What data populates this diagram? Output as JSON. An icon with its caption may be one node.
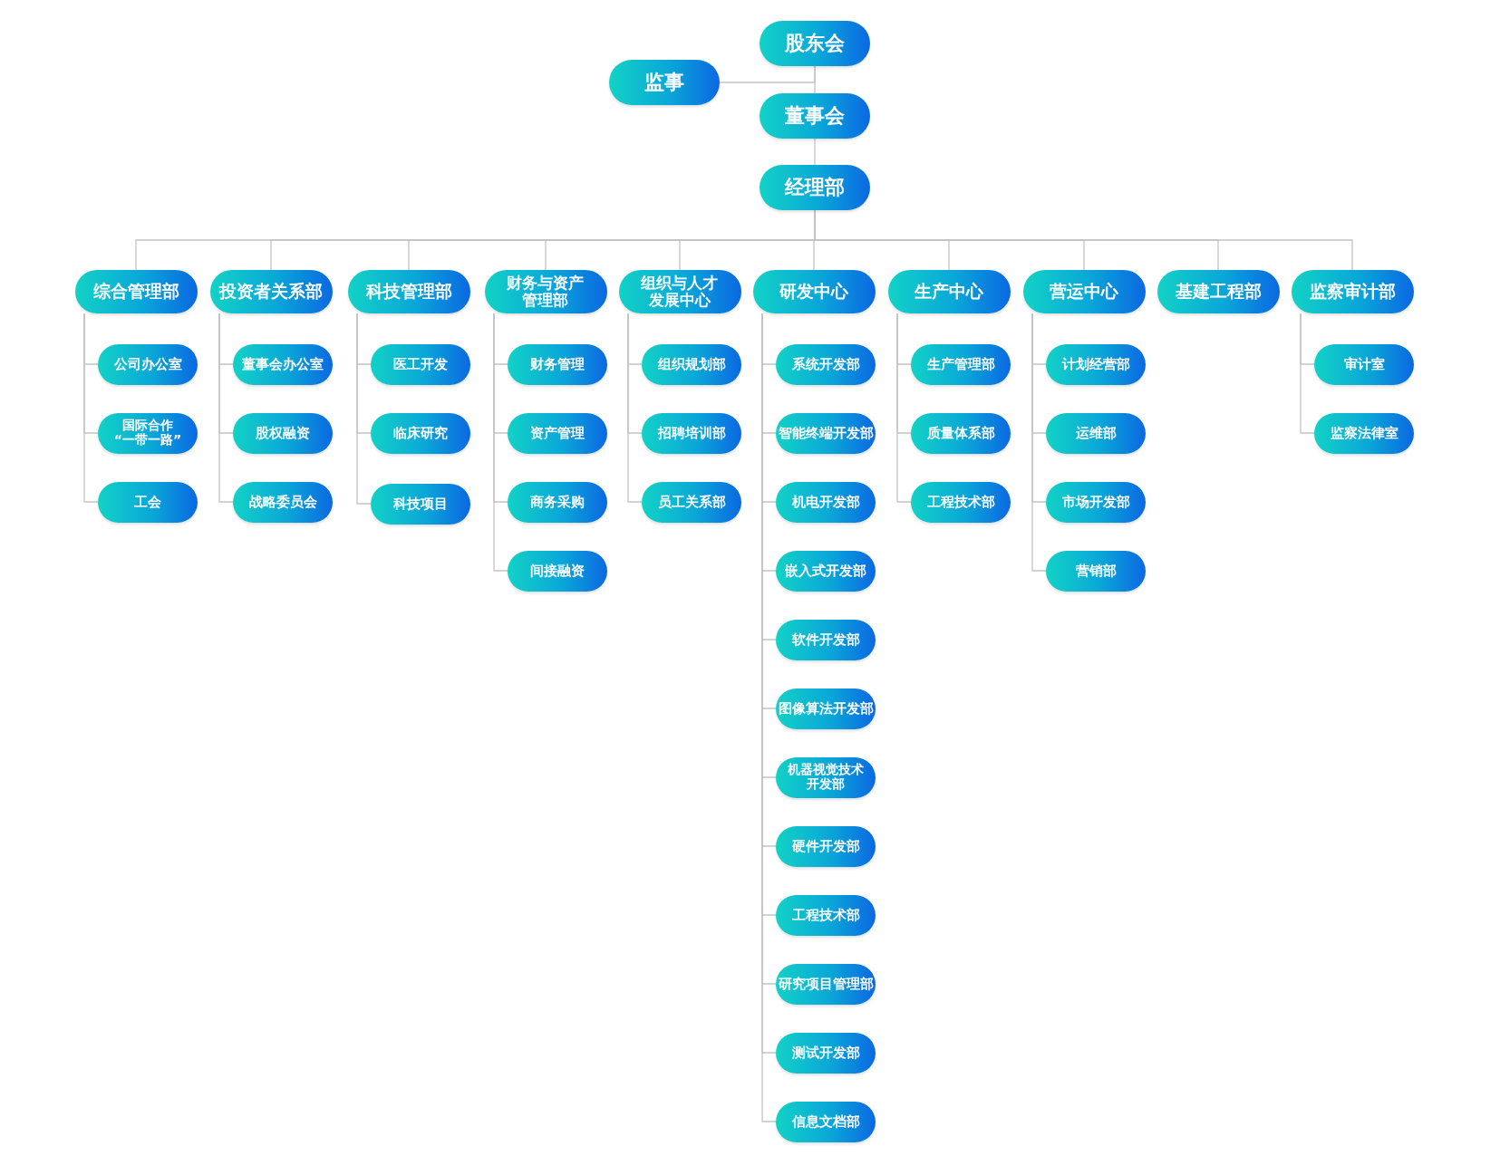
{
  "diagram": {
    "nodes": [
      {
        "text": [
          "股东会"
        ]
      },
      {
        "text": [
          "监事"
        ]
      },
      {
        "text": [
          "董事会"
        ]
      },
      {
        "text": [
          "经理部"
        ]
      },
      {
        "text": [
          "综合管理部"
        ]
      },
      {
        "text": [
          "投资者关系部"
        ]
      },
      {
        "text": [
          "科技管理部"
        ]
      },
      {
        "text": [
          "财务与资产管理部"
        ]
      },
      {
        "text": [
          "组织与人才发展中心"
        ]
      },
      {
        "text": [
          "研发中心"
        ]
      },
      {
        "text": [
          "生产中心"
        ]
      },
      {
        "text": [
          "营运中心"
        ]
      },
      {
        "text": [
          "基建工程部"
        ]
      },
      {
        "text": [
          "监察审计部"
        ]
      },
      {
        "text": [
          "公司办公室"
        ]
      },
      {
        "text": [
          "国际合作 “一带一路”"
        ]
      },
      {
        "text": [
          "工会"
        ]
      },
      {
        "text": [
          "董事会办公室"
        ]
      },
      {
        "text": [
          "股权融资"
        ]
      },
      {
        "text": [
          "战略委员会"
        ]
      },
      {
        "text": [
          "医工开发"
        ]
      },
      {
        "text": [
          "临床研究"
        ]
      },
      {
        "text": [
          "科技项目"
        ]
      },
      {
        "text": [
          "财务管理"
        ]
      },
      {
        "text": [
          "资产管理"
        ]
      },
      {
        "text": [
          "商务采购"
        ]
      },
      {
        "text": [
          "间接融资"
        ]
      },
      {
        "text": [
          "组织规划部"
        ]
      },
      {
        "text": [
          "招聘培训部"
        ]
      },
      {
        "text": [
          "员工关系部"
        ]
      },
      {
        "text": [
          "系统开发部"
        ]
      },
      {
        "text": [
          "智能终端开发部"
        ]
      },
      {
        "text": [
          "机电开发部"
        ]
      },
      {
        "text": [
          "嵌入式开发部"
        ]
      },
      {
        "text": [
          "软件开发部"
        ]
      },
      {
        "text": [
          "图像算法开发部"
        ]
      },
      {
        "text": [
          "机器视觉技术开发部"
        ]
      },
      {
        "text": [
          "硬件开发部"
        ]
      },
      {
        "text": [
          "工程技术部"
        ]
      },
      {
        "text": [
          "研究项目管理部"
        ]
      },
      {
        "text": [
          "测试开发部"
        ]
      },
      {
        "text": [
          "信息文档部"
        ]
      },
      {
        "text": [
          "生产管理部"
        ]
      },
      {
        "text": [
          "质量体系部"
        ]
      },
      {
        "text": [
          "工程技术部"
        ]
      },
      {
        "text": [
          "计划经营部"
        ]
      },
      {
        "text": [
          "运维部"
        ]
      },
      {
        "text": [
          "市场开发部"
        ]
      },
      {
        "text": [
          "营销部"
        ]
      },
      {
        "text": [
          "审计室"
        ]
      },
      {
        "text": [
          "监察法律室"
        ]
      }
    ],
    "edges": [
      {
        "from": 0,
        "to": 2,
        "arrow": "none"
      },
      {
        "from": 0,
        "to": 1,
        "arrow": "none"
      },
      {
        "from": 2,
        "to": 3,
        "arrow": "none"
      },
      {
        "from": 3,
        "to": 4,
        "arrow": "none"
      },
      {
        "from": 3,
        "to": 5,
        "arrow": "none"
      },
      {
        "from": 3,
        "to": 6,
        "arrow": "none"
      },
      {
        "from": 3,
        "to": 7,
        "arrow": "none"
      },
      {
        "from": 3,
        "to": 8,
        "arrow": "none"
      },
      {
        "from": 3,
        "to": 9,
        "arrow": "none"
      },
      {
        "from": 3,
        "to": 10,
        "arrow": "none"
      },
      {
        "from": 3,
        "to": 11,
        "arrow": "none"
      },
      {
        "from": 3,
        "to": 12,
        "arrow": "none"
      },
      {
        "from": 3,
        "to": 13,
        "arrow": "none"
      },
      {
        "from": 4,
        "to": 14,
        "arrow": "none"
      },
      {
        "from": 4,
        "to": 15,
        "arrow": "none"
      },
      {
        "from": 4,
        "to": 16,
        "arrow": "none"
      },
      {
        "from": 5,
        "to": 17,
        "arrow": "none"
      },
      {
        "from": 5,
        "to": 18,
        "arrow": "none"
      },
      {
        "from": 5,
        "to": 19,
        "arrow": "none"
      },
      {
        "from": 6,
        "to": 20,
        "arrow": "none"
      },
      {
        "from": 6,
        "to": 21,
        "arrow": "none"
      },
      {
        "from": 6,
        "to": 22,
        "arrow": "none"
      },
      {
        "from": 7,
        "to": 23,
        "arrow": "none"
      },
      {
        "from": 7,
        "to": 24,
        "arrow": "none"
      },
      {
        "from": 7,
        "to": 25,
        "arrow": "none"
      },
      {
        "from": 7,
        "to": 26,
        "arrow": "none"
      },
      {
        "from": 8,
        "to": 27,
        "arrow": "none"
      },
      {
        "from": 8,
        "to": 28,
        "arrow": "none"
      },
      {
        "from": 8,
        "to": 29,
        "arrow": "none"
      },
      {
        "from": 9,
        "to": 30,
        "arrow": "none"
      },
      {
        "from": 9,
        "to": 31,
        "arrow": "none"
      },
      {
        "from": 9,
        "to": 32,
        "arrow": "none"
      },
      {
        "from": 9,
        "to": 33,
        "arrow": "none"
      },
      {
        "from": 9,
        "to": 34,
        "arrow": "none"
      },
      {
        "from": 9,
        "to": 35,
        "arrow": "none"
      },
      {
        "from": 9,
        "to": 36,
        "arrow": "none"
      },
      {
        "from": 9,
        "to": 37,
        "arrow": "none"
      },
      {
        "from": 9,
        "to": 38,
        "arrow": "none"
      },
      {
        "from": 9,
        "to": 39,
        "arrow": "none"
      },
      {
        "from": 9,
        "to": 40,
        "arrow": "none"
      },
      {
        "from": 9,
        "to": 41,
        "arrow": "none"
      },
      {
        "from": 10,
        "to": 42,
        "arrow": "none"
      },
      {
        "from": 10,
        "to": 43,
        "arrow": "none"
      },
      {
        "from": 10,
        "to": 44,
        "arrow": "none"
      },
      {
        "from": 11,
        "to": 45,
        "arrow": "none"
      },
      {
        "from": 11,
        "to": 46,
        "arrow": "none"
      },
      {
        "from": 11,
        "to": 47,
        "arrow": "none"
      },
      {
        "from": 11,
        "to": 48,
        "arrow": "none"
      },
      {
        "from": 13,
        "to": 49,
        "arrow": "none"
      },
      {
        "from": 13,
        "to": 50,
        "arrow": "none"
      }
    ]
  }
}
